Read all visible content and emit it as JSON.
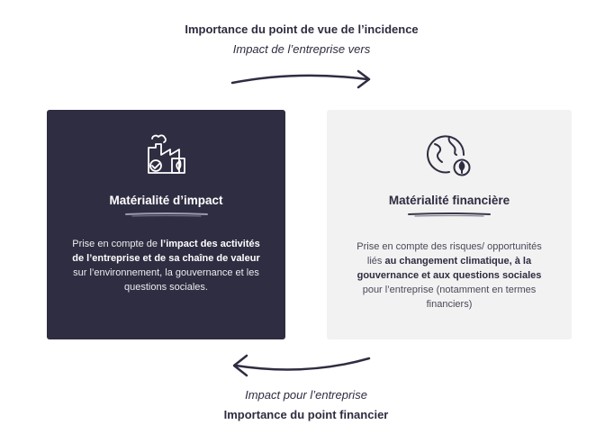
{
  "top": {
    "title": "Importance du point de vue de l’incidence",
    "subtitle": "Impact de l’entreprise vers"
  },
  "bottom": {
    "subtitle": "Impact pour l’entreprise",
    "title": "Importance du point financier"
  },
  "cards": {
    "impact": {
      "icon": "factory-icon",
      "title": "Matérialité d’impact",
      "text_pre": "Prise en compte de ",
      "text_bold": "l’impact des activités de l’entreprise et de sa chaîne de valeur",
      "text_post": " sur l’environnement, la gouvernance et les questions sociales.",
      "background": "#2f2d41"
    },
    "financial": {
      "icon": "globe-leaf-icon",
      "title": "Matérialité financière",
      "text_pre": "Prise en compte des risques/ opportunités liés ",
      "text_bold": "au changement climatique, à la gouvernance et aux questions sociales",
      "text_post": " pour l’entreprise (notamment en termes financiers)",
      "background": "#f2f2f2"
    }
  },
  "colors": {
    "dark": "#2f2d41",
    "light": "#f2f2f2",
    "accent_text": "#2e2c40"
  }
}
